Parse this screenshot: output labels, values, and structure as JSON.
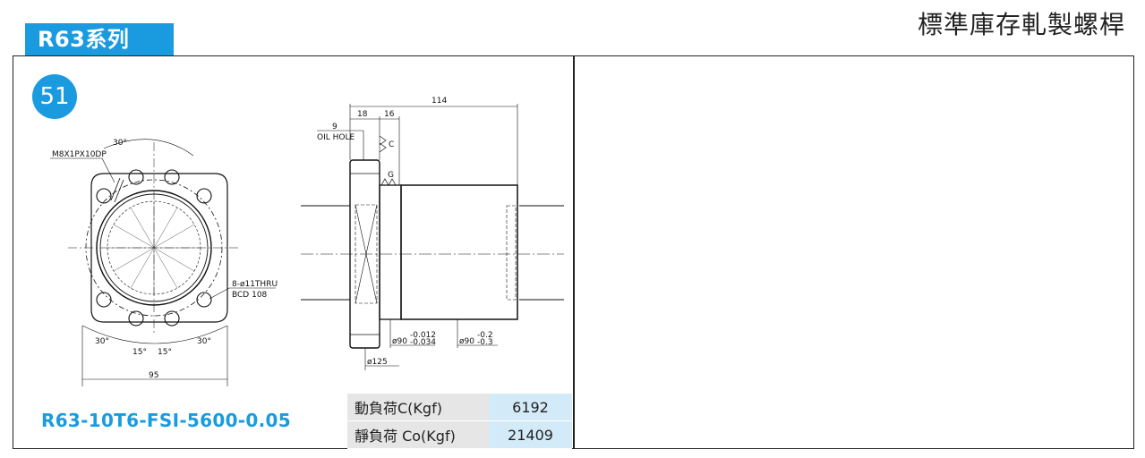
{
  "header": {
    "series_label": "R63系列",
    "title": "標準庫存軋製螺桿"
  },
  "drawing": {
    "number": "51",
    "labels": {
      "tap": "M8X1PX10DP",
      "angle_top": "30°",
      "thru": "8-ø11THRU",
      "bcd": "BCD 108",
      "angle_left": "30°",
      "angle_right": "30°",
      "angle_bl": "15°",
      "angle_br": "15°",
      "width": "95",
      "overall": "114",
      "flange": "18",
      "step": "16",
      "oil_size": "9",
      "oil_hole": "OIL HOLE",
      "grind_c": "C",
      "grind_g": "G",
      "dia_flange": "ø125",
      "dia_fit": "ø90",
      "dia_fit_tol_up": "-0.012",
      "dia_fit_tol_low": "-0.034",
      "dia_body": "ø90",
      "dia_body_tol_up": "-0.2",
      "dia_body_tol_low": "-0.3"
    }
  },
  "model": "R63-10T6-FSI-5600-0.05",
  "specs": [
    {
      "label": "動負荷C(Kgf)",
      "value": "6192"
    },
    {
      "label": "靜負荷 Co(Kgf)",
      "value": "21409"
    }
  ]
}
